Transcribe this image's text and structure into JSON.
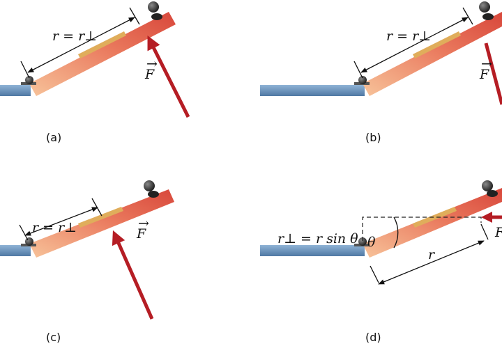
{
  "panels": [
    {
      "id": "a",
      "caption": "(a)",
      "dist_label": "r = r⊥",
      "force_label": "F"
    },
    {
      "id": "b",
      "caption": "(b)",
      "dist_label": "r = r⊥",
      "force_label": "F"
    },
    {
      "id": "c",
      "caption": "(c)",
      "dist_label": "r = r⊥",
      "force_label": "F"
    },
    {
      "id": "d",
      "caption": "(d)",
      "dist_label": "r",
      "perp_label": "r⊥ = r sin θ",
      "angle_label": "θ",
      "force_label": "F"
    }
  ],
  "colors": {
    "ground": "#5c86b0",
    "board": "#e25a45",
    "board_light": "#f4b18b",
    "arrow": "#b51d24",
    "block": "#e0ad5b",
    "dashed": "#222222"
  }
}
